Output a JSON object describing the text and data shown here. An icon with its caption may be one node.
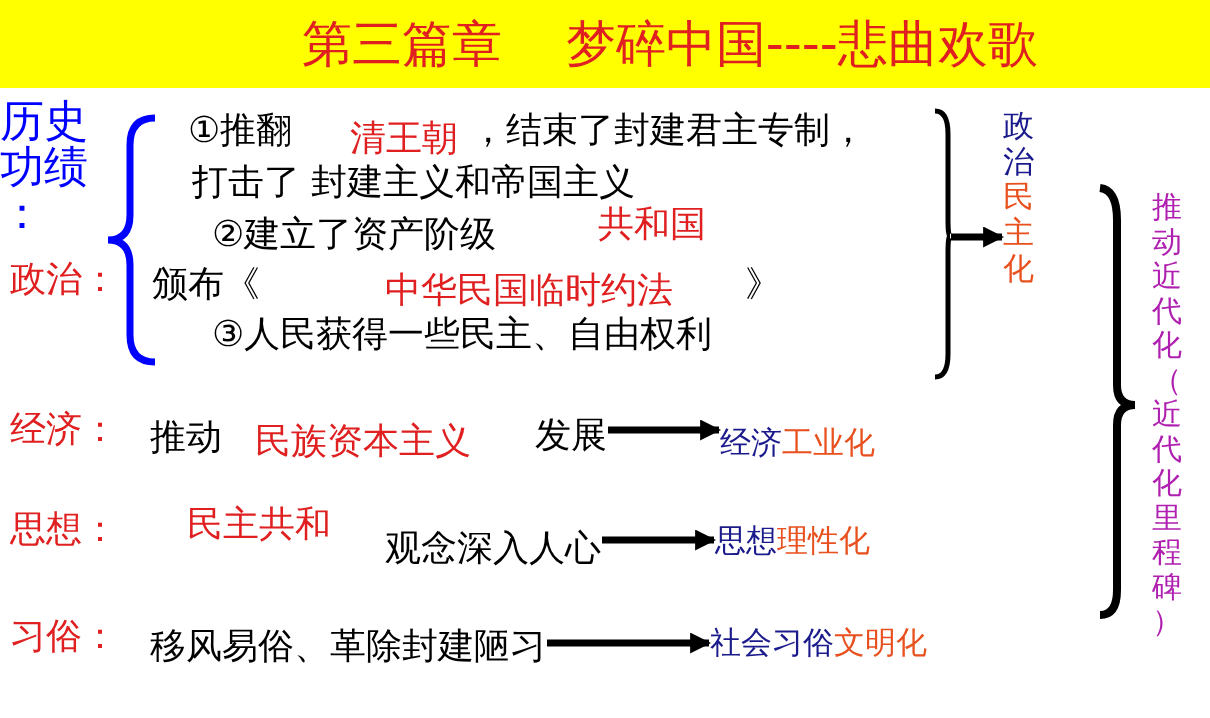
{
  "diagram": {
    "title": "第三篇章    梦碎中国----悲曲欢歌",
    "nodes": [
      {
        "text": [
          "①推翻",
          "清王朝",
          "，结束了封建君主专制，",
          "打击了 封建主义和帝国主义",
          "②建立了资产阶级",
          "共和国",
          "颁布《",
          "中华民国临时约法",
          "》",
          "③人民获得一些民主、自由权利"
        ]
      },
      {
        "text": [
          "政治",
          "民主化"
        ]
      },
      {
        "text": [
          "推动",
          "民族资本主义",
          "发展"
        ]
      },
      {
        "text": [
          "经济",
          "工业化"
        ]
      },
      {
        "text": [
          "民主共和",
          "观念深入人心"
        ]
      },
      {
        "text": [
          "思想",
          "理性化"
        ]
      },
      {
        "text": [
          "移风易俗、革除封建陋习"
        ]
      },
      {
        "text": [
          "社会习俗",
          "文明化"
        ]
      }
    ],
    "edges": [
      {
        "from": 0,
        "to": 1,
        "arrow": "to"
      },
      {
        "from": 2,
        "to": 3,
        "arrow": "to"
      },
      {
        "from": 4,
        "to": 5,
        "arrow": "to"
      },
      {
        "from": 6,
        "to": 7,
        "arrow": "to"
      }
    ],
    "labels": [
      "历史功绩：",
      "政治：",
      "推动近代化（近代化里程碑）",
      "经济：",
      "思想：",
      "习俗："
    ]
  }
}
